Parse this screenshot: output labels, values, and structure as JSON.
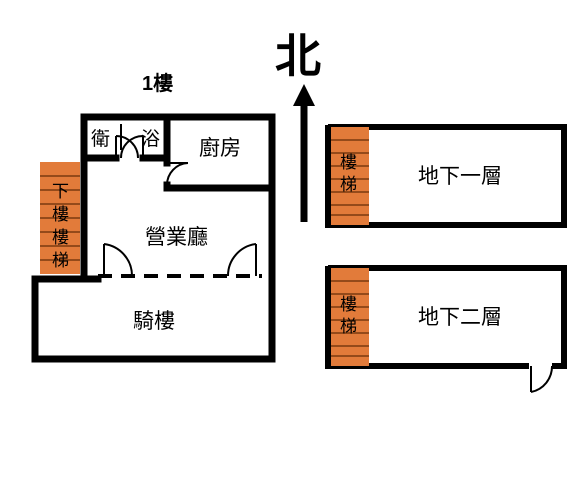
{
  "floor1": {
    "title": "1樓",
    "rooms": {
      "toilet": "衛",
      "bath": "浴",
      "kitchen": "廚房",
      "business_hall": "營業廳",
      "arcade": "騎樓"
    },
    "stair_label": [
      "下",
      "樓",
      "樓",
      "梯"
    ]
  },
  "north": {
    "label": "北"
  },
  "basement1": {
    "title": "地下一層",
    "stair_label": [
      "樓",
      "梯"
    ]
  },
  "basement2": {
    "title": "地下二層",
    "stair_label": [
      "樓",
      "梯"
    ]
  },
  "colors": {
    "stair_fill": "#e27b3a",
    "stair_line": "#7a3b10",
    "wall": "#000000"
  }
}
